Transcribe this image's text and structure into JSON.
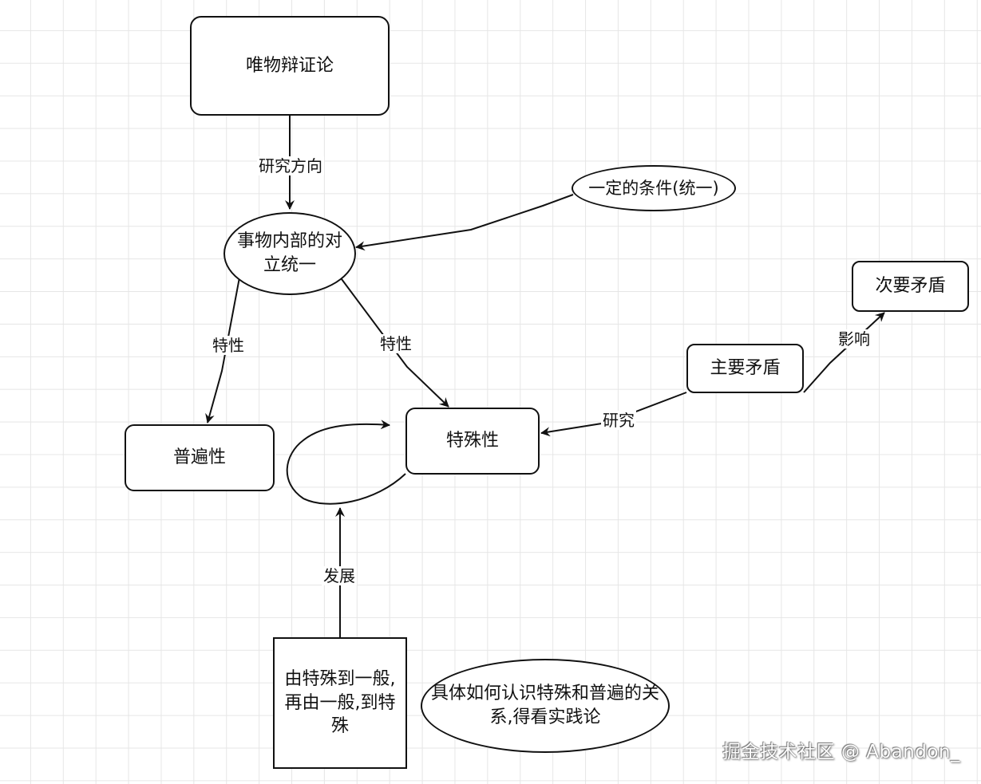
{
  "diagram": {
    "nodes": {
      "dialectics": "唯物辩证论",
      "unity_of_opposites": "事物内部的对立统一",
      "condition": "一定的条件(统一)",
      "secondary_contradiction": "次要矛盾",
      "principal_contradiction": "主要矛盾",
      "particularity": "特殊性",
      "universality": "普遍性",
      "cycle": "由特殊到一般,再由一般,到特殊",
      "practice": "具体如何认识特殊和普遍的关系,得看实践论"
    },
    "edges": {
      "research_direction": "研究方向",
      "property_left": "特性",
      "property_right": "特性",
      "research": "研究",
      "influence": "影响",
      "development": "发展"
    },
    "colors": {
      "stroke": "#111111",
      "grid": "#e6e6e6",
      "background": "#ffffff"
    }
  },
  "watermark": "掘金技术社区 @ Abandon_"
}
